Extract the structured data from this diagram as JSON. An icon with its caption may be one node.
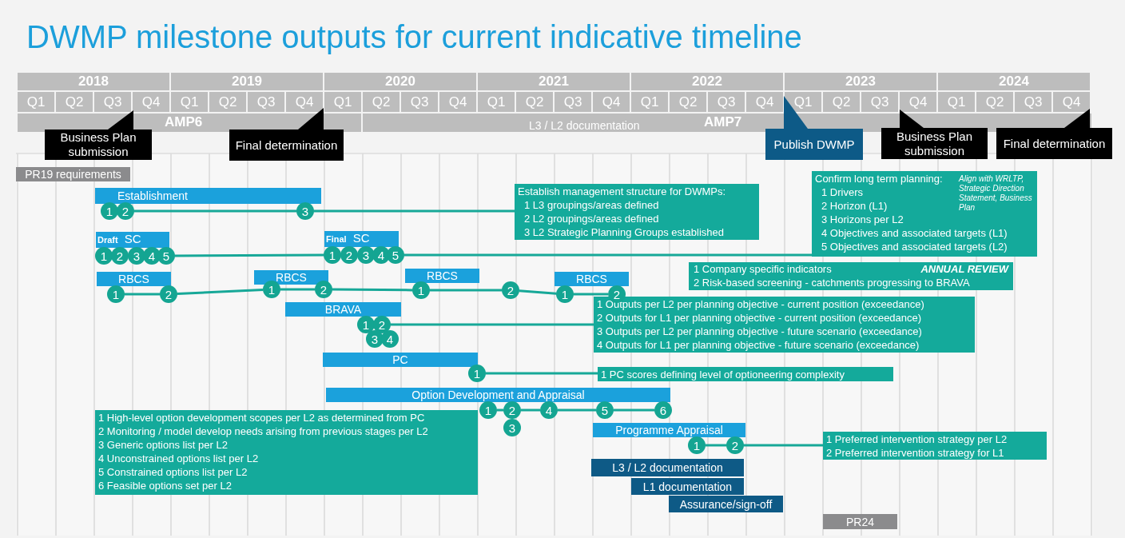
{
  "diagram": {
    "title": "DWMP milestone outputs for current indicative timeline",
    "nodes": [
      {
        "text": [
          "Business Plan submission"
        ]
      },
      {
        "text": [
          "Final determination"
        ]
      },
      {
        "text": [
          "Publish DWMP"
        ]
      },
      {
        "text": [
          "Business Plan submission"
        ]
      },
      {
        "text": [
          "Final determination"
        ]
      },
      {
        "text": [
          "PR19 requirements"
        ]
      },
      {
        "text": [
          "Establishment"
        ]
      },
      {
        "text": [
          "Establish management structure for DWMPs:",
          "1 L3 groupings/areas defined",
          "2 L2 groupings/areas defined",
          "3 L2 Strategic Planning Groups established"
        ]
      },
      {
        "text": [
          "Confirm long term planning:",
          "Align with WRLTP, Strategic Direction Statement, Business Plan",
          "1 Drivers",
          "2 Horizon (L1)",
          "3 Horizons per L2",
          "4 Objectives and associated targets (L1)",
          "5 Objectives and associated targets (L2)"
        ]
      },
      {
        "text": [
          "Draft",
          "SC"
        ]
      },
      {
        "text": [
          "Final",
          "SC"
        ]
      },
      {
        "text": [
          "1 Company specific indicators",
          "ANNUAL REVIEW",
          "2 Risk-based screening - catchments progressing to BRAVA"
        ]
      },
      {
        "text": [
          "RBCS"
        ]
      },
      {
        "text": [
          "RBCS"
        ]
      },
      {
        "text": [
          "RBCS"
        ]
      },
      {
        "text": [
          "RBCS"
        ]
      },
      {
        "text": [
          "BRAVA"
        ]
      },
      {
        "text": [
          "1 Outputs per L2 per planning objective - current position (exceedance)",
          "2 Outputs for L1 per planning objective - current position (exceedance)",
          "3 Outputs per L2 per planning objective - future scenario (exceedance)",
          "4 Outputs for L1 per planning objective - future scenario (exceedance)"
        ]
      },
      {
        "text": [
          "PC"
        ]
      },
      {
        "text": [
          "1 PC scores defining level of optioneering complexity"
        ]
      },
      {
        "text": [
          "Option Development and Appraisal"
        ]
      },
      {
        "text": [
          "1 High-level option development scopes per L2 as determined from PC",
          "2 Monitoring / model develop needs arising from previous stages per L2",
          "3 Generic options list per L2",
          "4 Unconstrained options list per L2",
          "5 Constrained options list per L2",
          "6 Feasible options set per L2"
        ]
      },
      {
        "text": [
          "Programme Appraisal"
        ]
      },
      {
        "text": [
          "1 Preferred intervention strategy per L2",
          "2 Preferred intervention strategy for L1"
        ]
      },
      {
        "text": [
          "L3 / L2 documentation"
        ]
      },
      {
        "text": [
          "L1 documentation"
        ]
      },
      {
        "text": [
          "Assurance/sign-off"
        ]
      },
      {
        "text": [
          "PR24"
        ]
      },
      {
        "text": [
          "1"
        ]
      },
      {
        "text": [
          "2"
        ]
      },
      {
        "text": [
          "3"
        ]
      },
      {
        "text": [
          "1"
        ]
      },
      {
        "text": [
          "2"
        ]
      },
      {
        "text": [
          "3"
        ]
      },
      {
        "text": [
          "4"
        ]
      },
      {
        "text": [
          "5"
        ]
      },
      {
        "text": [
          "1"
        ]
      },
      {
        "text": [
          "2"
        ]
      },
      {
        "text": [
          "3"
        ]
      },
      {
        "text": [
          "4"
        ]
      },
      {
        "text": [
          "5"
        ]
      },
      {
        "text": [
          "1"
        ]
      },
      {
        "text": [
          "2"
        ]
      },
      {
        "text": [
          "1"
        ]
      },
      {
        "text": [
          "2"
        ]
      },
      {
        "text": [
          "1"
        ]
      },
      {
        "text": [
          "2"
        ]
      },
      {
        "text": [
          "1"
        ]
      },
      {
        "text": [
          "2"
        ]
      },
      {
        "text": [
          "1"
        ]
      },
      {
        "text": [
          "2"
        ]
      },
      {
        "text": [
          "3"
        ]
      },
      {
        "text": [
          "4"
        ]
      },
      {
        "text": [
          "1"
        ]
      },
      {
        "text": [
          "1"
        ]
      },
      {
        "text": [
          "2"
        ]
      },
      {
        "text": [
          "3"
        ]
      },
      {
        "text": [
          "4"
        ]
      },
      {
        "text": [
          "5"
        ]
      },
      {
        "text": [
          "6"
        ]
      },
      {
        "text": [
          "1"
        ]
      },
      {
        "text": [
          "2"
        ]
      }
    ],
    "edges": [
      {
        "from": 29,
        "to": 30,
        "arrow": "none"
      },
      {
        "from": 30,
        "to": 7,
        "arrow": "none"
      },
      {
        "from": 35,
        "to": 36,
        "arrow": "none"
      },
      {
        "from": 40,
        "to": 8,
        "arrow": "none"
      },
      {
        "from": 41,
        "to": 42,
        "arrow": "none"
      },
      {
        "from": 42,
        "to": 43,
        "arrow": "none"
      },
      {
        "from": 43,
        "to": 44,
        "arrow": "none"
      },
      {
        "from": 44,
        "to": 45,
        "arrow": "none"
      },
      {
        "from": 45,
        "to": 46,
        "arrow": "none"
      },
      {
        "from": 46,
        "to": 47,
        "arrow": "none"
      },
      {
        "from": 47,
        "to": 48,
        "arrow": "none"
      },
      {
        "from": 50,
        "to": 17,
        "arrow": "none"
      },
      {
        "from": 53,
        "to": 19,
        "arrow": "none"
      },
      {
        "from": 54,
        "to": 55,
        "arrow": "none"
      },
      {
        "from": 55,
        "to": 57,
        "arrow": "none"
      },
      {
        "from": 57,
        "to": 58,
        "arrow": "none"
      },
      {
        "from": 58,
        "to": 59,
        "arrow": "none"
      },
      {
        "from": 60,
        "to": 61,
        "arrow": "none"
      },
      {
        "from": 61,
        "to": 23,
        "arrow": "none"
      }
    ],
    "labels": [
      "2018",
      "2019",
      "2020",
      "2021",
      "2022",
      "2023",
      "2024",
      "Q1",
      "Q2",
      "Q3",
      "Q4",
      "Q1",
      "Q2",
      "Q3",
      "Q4",
      "Q1",
      "Q2",
      "Q3",
      "Q4",
      "Q1",
      "Q2",
      "Q3",
      "Q4",
      "Q1",
      "Q2",
      "Q3",
      "Q4",
      "Q1",
      "Q2",
      "Q3",
      "Q4",
      "Q1",
      "Q2",
      "Q3",
      "Q4",
      "AMP6",
      "L3 / L2 documentation",
      "AMP7"
    ]
  }
}
